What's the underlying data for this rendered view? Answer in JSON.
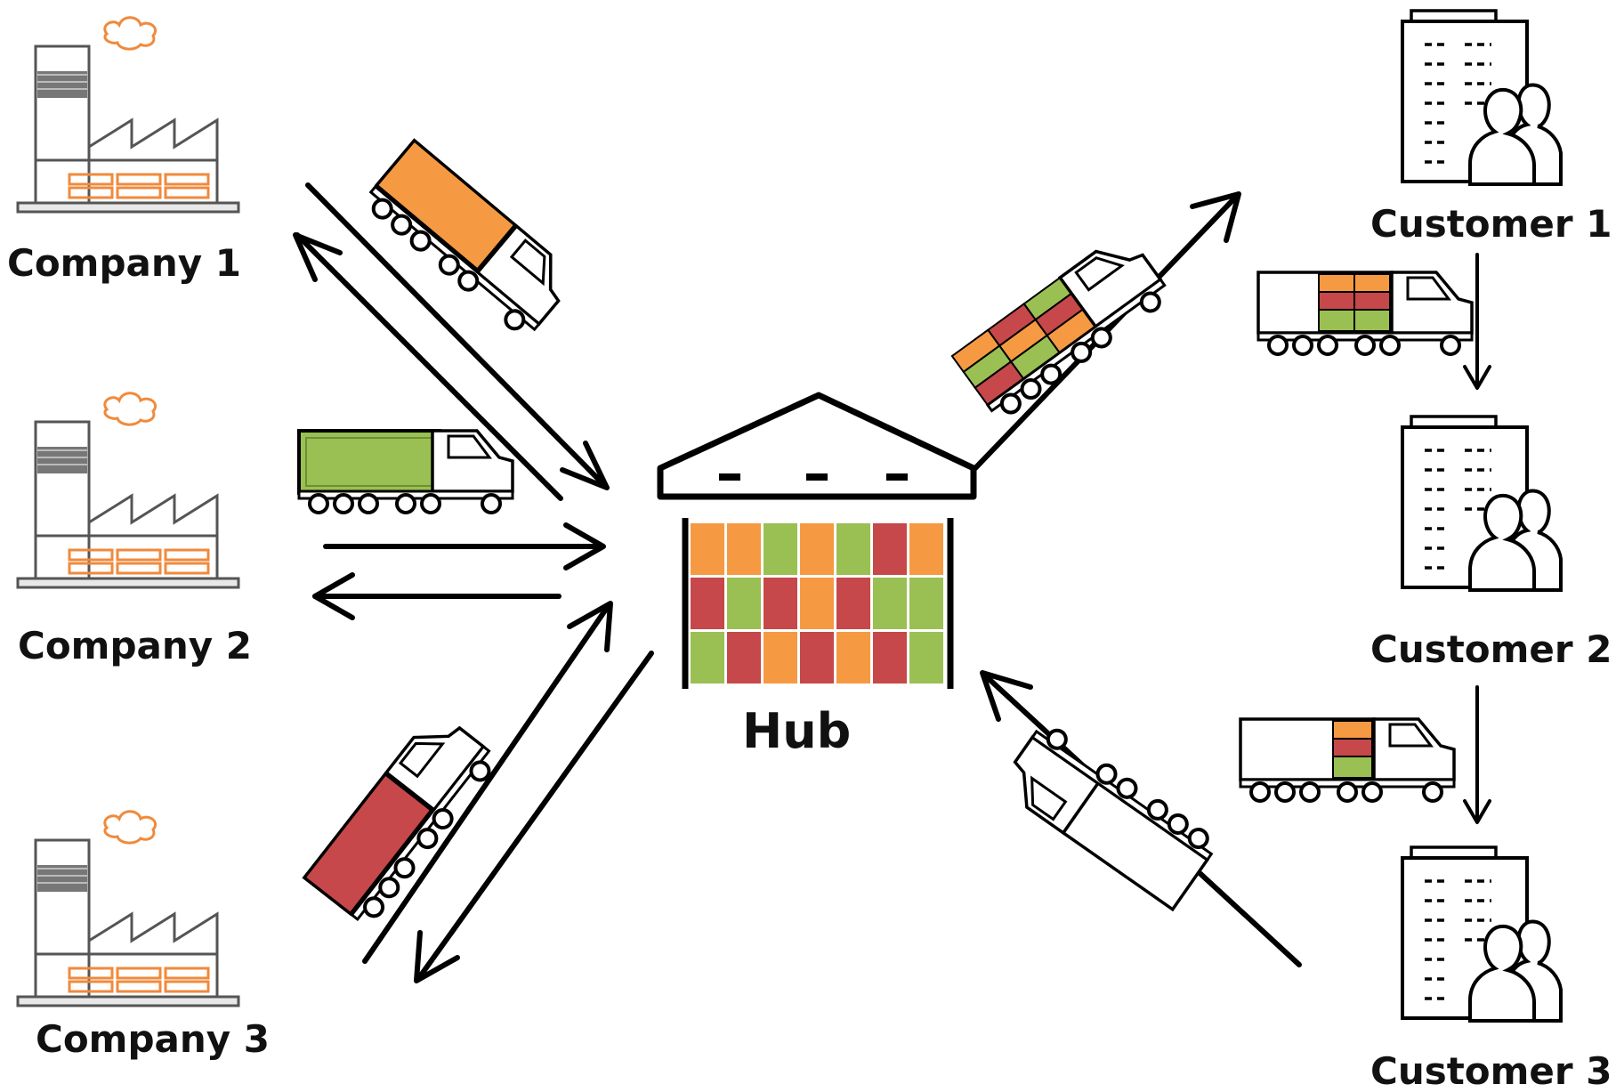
{
  "hub": {
    "label": "Hub"
  },
  "companies": [
    {
      "label": "Company 1"
    },
    {
      "label": "Company 2"
    },
    {
      "label": "Company 3"
    }
  ],
  "customers": [
    {
      "label": "Customer 1"
    },
    {
      "label": "Customer 2"
    },
    {
      "label": "Customer 3"
    }
  ],
  "colors": {
    "orange": "#f59a43",
    "green": "#9ac054",
    "red": "#c6484a",
    "smoke": "#f08a3c",
    "line": "#000000"
  },
  "icons": {
    "company": "factory-icon",
    "customer": "office-building-with-people-icon",
    "hub": "warehouse-icon",
    "vehicle": "truck-icon"
  },
  "hub_containers": [
    [
      "orange",
      "orange",
      "green",
      "orange",
      "green",
      "red",
      "orange"
    ],
    [
      "red",
      "green",
      "red",
      "orange",
      "red",
      "green",
      "green"
    ],
    [
      "green",
      "red",
      "orange",
      "red",
      "orange",
      "red",
      "green"
    ]
  ]
}
